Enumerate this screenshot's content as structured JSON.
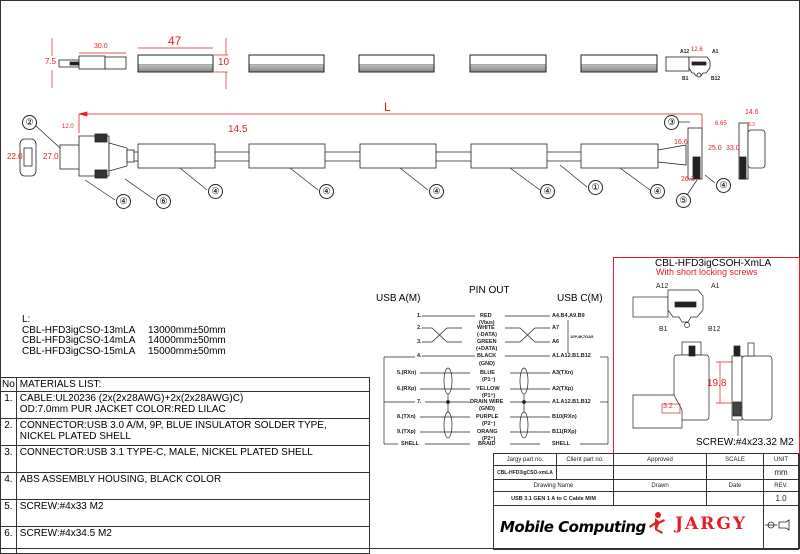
{
  "drawing": {
    "dimensions_top": {
      "plug_width": "7.5",
      "plug_length": "30.0",
      "segment_length": "47",
      "segment_height": "10",
      "typec_width": "12.6"
    },
    "dimensions_main": {
      "overall_length": "L",
      "usb_a_offset": "12.0",
      "usb_a_face_height": "22.0",
      "usb_a_height": "27.0",
      "overmold_height": "14.5",
      "typec_top": "6.65",
      "typec_width": "14.6",
      "typec_arm": "16.6",
      "typec_height": "25.0",
      "typec_total": "33.0",
      "typec_depth": "26.3",
      "typec_small": "3.3"
    },
    "typec_pin_labels": {
      "a12": "A12",
      "a1": "A1",
      "b1": "B1",
      "b12": "B12"
    },
    "balloons": [
      "②",
      "④",
      "⑥",
      "④",
      "④",
      "④",
      "④",
      "①",
      "④",
      "③",
      "④",
      "⑤"
    ]
  },
  "length_spec": {
    "label": "L:",
    "rows": [
      {
        "part": "CBL-HFD3igCSO-13mLA",
        "length": "13000mm±50mm"
      },
      {
        "part": "CBL-HFD3igCSO-14mLA",
        "length": "14000mm±50mm"
      },
      {
        "part": "CBL-HFD3igCSO-15mLA",
        "length": "15000mm±50mm"
      }
    ]
  },
  "materials": {
    "header_no": "No",
    "header": "MATERIALS LIST:",
    "items": [
      {
        "no": "1.",
        "line1": "CABLE:UL20236 (2x(2x28AWG)+2x(2x28AWG)C)",
        "line2": "OD:7.0mm  PUR JACKET COLOR:RED LILAC"
      },
      {
        "no": "2.",
        "line1": "CONNECTOR:USB 3.0 A/M, 9P, BLUE INSULATOR SOLDER TYPE,",
        "line2": "NICKEL PLATED SHELL"
      },
      {
        "no": "3.",
        "line1": "CONNECTOR:USB 3.1 TYPE-C, MALE, NICKEL PLATED SHELL",
        "line2": ""
      },
      {
        "no": "4.",
        "line1": "ABS ASSEMBLY HOUSING, BLACK COLOR",
        "line2": ""
      },
      {
        "no": "5.",
        "line1": "SCREW:#4x33 M2",
        "line2": ""
      },
      {
        "no": "6.",
        "line1": "SCREW:#4x34.5 M2",
        "line2": ""
      }
    ]
  },
  "pinout": {
    "title": "PIN OUT",
    "left_header": "USB A(M)",
    "right_header": "USB C(M)",
    "rows": [
      {
        "left": "1.",
        "wire": "RED",
        "sub": "(Vbus)",
        "right": "A4.B4.A9.B9"
      },
      {
        "left": "2.",
        "wire": "WHITE",
        "sub": "(-DATA)",
        "right": "A7"
      },
      {
        "left": "3.",
        "wire": "GREEN",
        "sub": "(+DATA)",
        "right": "A6"
      },
      {
        "left": "4.",
        "wire": "BLACK",
        "sub": "(GND)",
        "right": "A1.A12.B1.B12"
      },
      {
        "left": "5.(RXn)",
        "wire": "BLUE",
        "sub": "(P1⁻)",
        "right": "A3(TXn)"
      },
      {
        "left": "6.(RXp)",
        "wire": "YELLOW",
        "sub": "(P1⁺)",
        "right": "A2(TXp)"
      },
      {
        "left": "7.",
        "wire": "DRAIN WIRE",
        "sub": "(GND)",
        "right": "A1.A12.B1.B12"
      },
      {
        "left": "8.(TXn)",
        "wire": "PURPLE",
        "sub": "(P2⁻)",
        "right": "B10(RXn)"
      },
      {
        "left": "9.(TXp)",
        "wire": "ORANG",
        "sub": "(P2⁺)",
        "right": "B11(RXp)"
      },
      {
        "left": "SHELL",
        "wire": "BRAID",
        "sub": "",
        "right": "SHELL"
      }
    ],
    "resistor_note": "10P,4K7ΩA5"
  },
  "inset": {
    "title": "CBL-HFD3igCSOH-XmLA",
    "subtitle": "With short locking screws",
    "dim_height": "19.8",
    "dim_small": "3.2",
    "screw": "SCREW:#4x23.32 M2",
    "pins": {
      "a12": "A12",
      "a1": "A1",
      "b1": "B1",
      "b12": "B12"
    }
  },
  "title_block": {
    "jargy_part_label": "Jargy part no.",
    "client_part_label": "Client part no.",
    "approved_label": "Approved",
    "scale_label": "SCALE",
    "unit_label": "UNIT",
    "jargy_part": "CBL-HFD3igCSO-xmLA",
    "unit": "mm",
    "drawing_name_label": "Drawing Name",
    "drawn_label": "Drawn",
    "date_label": "Date",
    "rev_label": "REV.",
    "drawing_name": "USB 3.1 GEN 1 A to C Cable M/M",
    "rev": "1.0",
    "logo_mobile": "Mobile",
    "logo_computing": "Computing",
    "logo_jargy": "JARGY"
  },
  "colors": {
    "dimension": "#e31e24",
    "line": "#222222",
    "border": "#333333"
  }
}
